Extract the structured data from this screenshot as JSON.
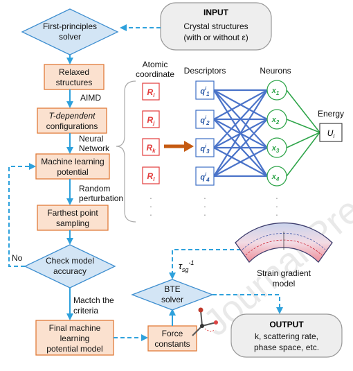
{
  "nodes": {
    "first_principles": [
      "First-principles",
      "solver"
    ],
    "input_title": "INPUT",
    "input_body": [
      "Crystal structures",
      "(with or without ε)"
    ],
    "relaxed": [
      "Relaxed",
      "structures"
    ],
    "aimd": "AIMD",
    "t_dependent": [
      "T-dependent",
      "configurations"
    ],
    "neural_network": [
      "Neural",
      "Network"
    ],
    "ml_potential": [
      "Machine learning",
      "potential"
    ],
    "random_perturbation": [
      "Random",
      "perturbation"
    ],
    "farthest": [
      "Farthest point",
      "sampling"
    ],
    "no": "No",
    "check": [
      "Check model",
      "accuracy"
    ],
    "match": [
      "Mactch the",
      "criteria"
    ],
    "final": [
      "Final machine",
      "learning",
      "potential model"
    ],
    "force": [
      "Force",
      "constants"
    ],
    "bte": [
      "BTE",
      "solver"
    ],
    "output_title": "OUTPUT",
    "output_body": [
      "k, scattering rate,",
      "phase space, etc."
    ],
    "tau": "τsg-1",
    "strain": [
      "Strain gradient",
      "model"
    ]
  },
  "network": {
    "atomic_label": [
      "Atomic",
      "coordinate"
    ],
    "descriptors_label": "Descriptors",
    "neurons_label": "Neurons",
    "energy_label": "Energy",
    "atoms": [
      "R_i",
      "R_j",
      "R_k",
      "R_l"
    ],
    "descriptors": [
      "q^i_1",
      "q^i_2",
      "q^i_3",
      "q^i_4"
    ],
    "neurons": [
      "x_1",
      "x_2",
      "x_3",
      "x_4"
    ],
    "energy": "U_i"
  },
  "watermark": "Journal Pre-proof",
  "colors": {
    "process_fill": "#fbe1cf",
    "process_stroke": "#e07b39",
    "decision_fill": "#d3e5f5",
    "flow": "#2ea1dc",
    "atom": "#e23b3b",
    "descriptor": "#3d6fc4",
    "neuron": "#2fa54a"
  }
}
